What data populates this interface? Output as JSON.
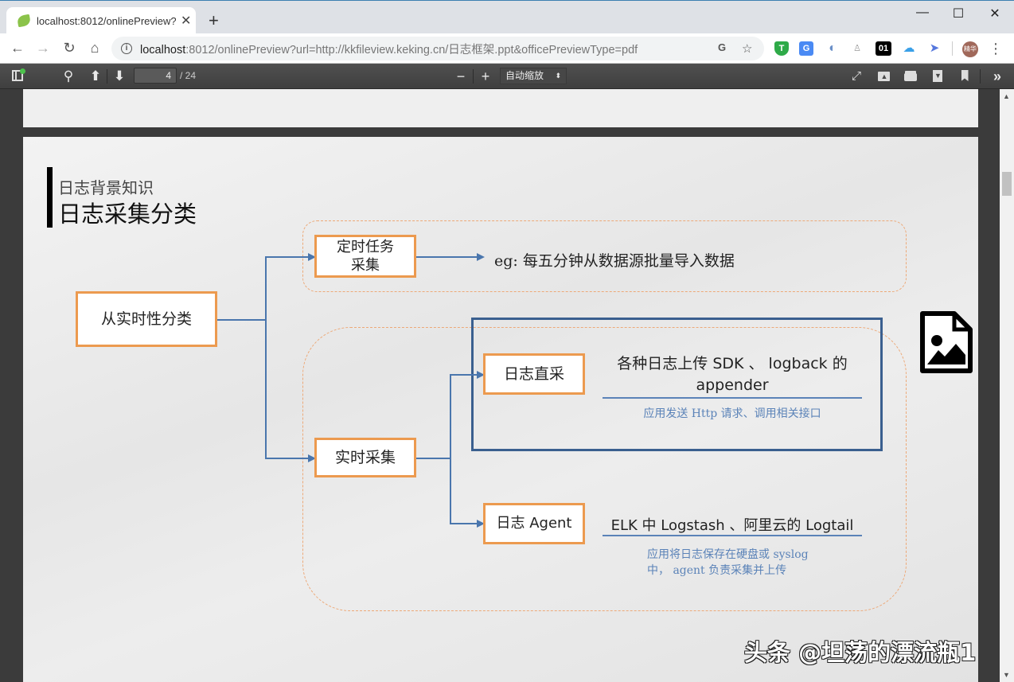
{
  "browser": {
    "tab_title": "localhost:8012/onlinePreview?",
    "new_tab": "+",
    "window_controls": {
      "minimize": "—",
      "maximize": "☐",
      "close": "✕"
    },
    "url_host": "localhost",
    "url_rest": ":8012/onlinePreview?url=http://kkfileview.keking.cn/日志框架.ppt&officePreviewType=pdf",
    "extensions": [
      {
        "name": "translate-icon",
        "glyph": "G"
      },
      {
        "name": "bookmark-star-icon",
        "glyph": "☆"
      },
      {
        "name": "tampermonkey-shield-icon",
        "glyph": "T",
        "color": "#2eaa48"
      },
      {
        "name": "google-translate-icon",
        "glyph": "G",
        "color": "#4a8af4"
      },
      {
        "name": "circle-extension-icon",
        "glyph": "◐",
        "color": "#6a8fc8"
      },
      {
        "name": "network-extension-icon",
        "glyph": "品",
        "color": "#999"
      },
      {
        "name": "binary-01-icon",
        "glyph": "01",
        "color": "#000"
      },
      {
        "name": "cloud-extension-icon",
        "glyph": "☁",
        "color": "#3aa0e8"
      },
      {
        "name": "bird-extension-icon",
        "glyph": "✈",
        "color": "#5577dd"
      },
      {
        "name": "profile-avatar",
        "glyph": "精华",
        "color": "#a0685a"
      },
      {
        "name": "menu-dots-icon",
        "glyph": "⋮"
      }
    ]
  },
  "pdf_toolbar": {
    "current_page": "4",
    "page_count": "/ 24",
    "zoom_out": "−",
    "zoom_in": "+",
    "scale_select": "自动缩放"
  },
  "slide": {
    "subtitle": "日志背景知识",
    "title": "日志采集分类",
    "root_node": "从实时性分类",
    "scheduled_node": "定时任务\n采集",
    "scheduled_example": "eg: 每五分钟从数据源批量导入数据",
    "realtime_node": "实时采集",
    "direct_node": "日志直采",
    "direct_desc_main": "各种日志上传 SDK 、 logback 的 appender",
    "direct_desc_sub": "应用发送 Http 请求、调用相关接口",
    "agent_node": "日志 Agent",
    "agent_desc_main": "ELK 中 Logstash 、阿里云的 Logtail",
    "agent_desc_sub_1": "应用将日志保存在硬盘或 syslog",
    "agent_desc_sub_2": "中， agent 负责采集并上传"
  },
  "watermark": "头条 @坦荡的漂流瓶1",
  "colors": {
    "orange_border": "#ec9a4f",
    "arrow_blue": "#4a76ad",
    "highlight_box": "#3a5f8f",
    "sub_text_blue": "#5b83b8"
  }
}
